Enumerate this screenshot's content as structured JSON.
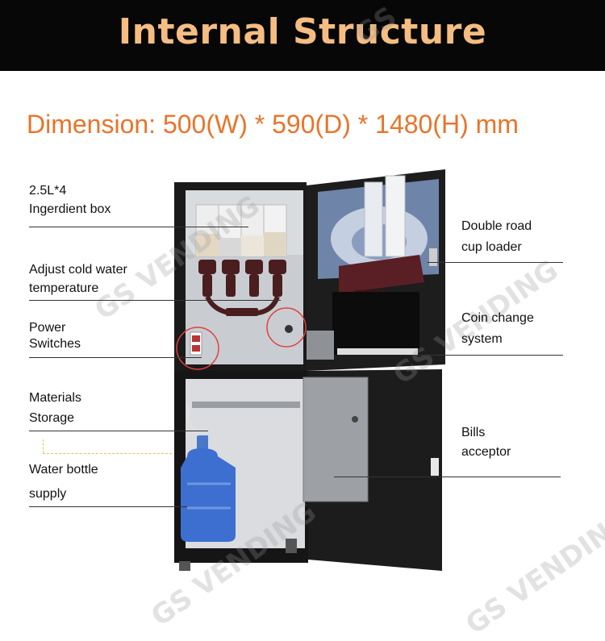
{
  "header": {
    "title": "Internal Structure"
  },
  "dimension": "Dimension: 500(W) * 590(D) * 1480(H) mm",
  "labels": {
    "ingredient_box": [
      "2.5L*4",
      "Ingerdient box"
    ],
    "cold_water": [
      "Adjust cold water",
      "temperature"
    ],
    "power": [
      "Power",
      "Switches"
    ],
    "materials": [
      "Materials",
      "Storage"
    ],
    "water_bottle": [
      "Water bottle",
      "supply"
    ],
    "cup_loader": [
      "Double road",
      "cup loader"
    ],
    "coin_change": [
      "Coin change",
      "system"
    ],
    "bills": [
      "Bills",
      "acceptor"
    ]
  },
  "watermark": {
    "text": "GS VENDING",
    "corner": "GS"
  },
  "colors": {
    "header_bg": "#070707",
    "title": "#f5bd82",
    "dimension": "#e8742a",
    "highlight_circle": "#e04040"
  }
}
